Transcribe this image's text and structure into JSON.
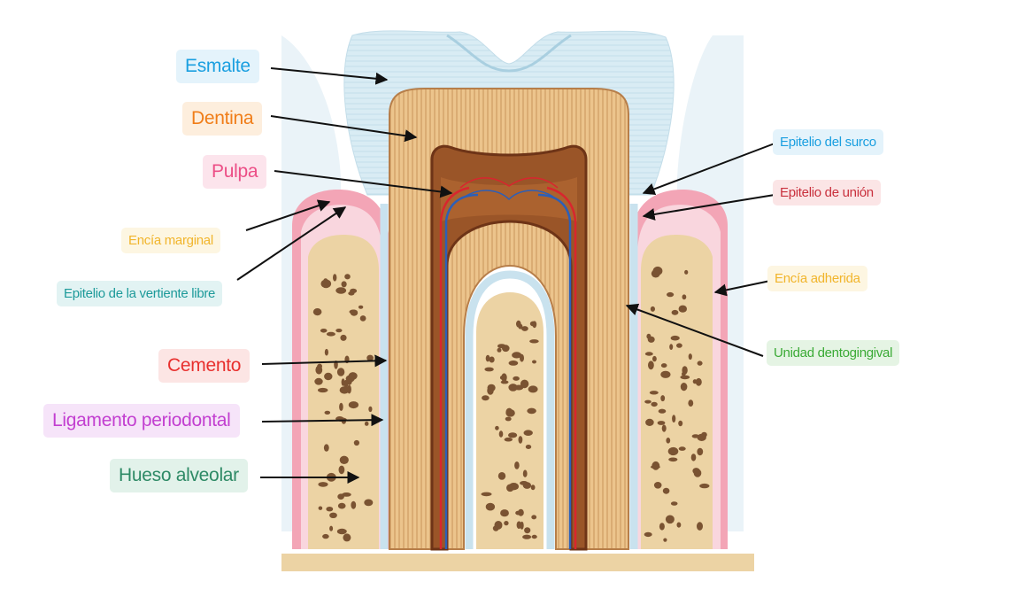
{
  "labels": {
    "esmalte": {
      "text": "Esmalte",
      "color": "#1a9fe0",
      "bg": "#e4f3fb"
    },
    "dentina": {
      "text": "Dentina",
      "color": "#f07d18",
      "bg": "#fdeedd"
    },
    "pulpa": {
      "text": "Pulpa",
      "color": "#ec4e86",
      "bg": "#fce4ec"
    },
    "encia_marginal": {
      "text": "Encía marginal",
      "color": "#f1b52c",
      "bg": "#fdf6e2"
    },
    "epitelio_vertiente": {
      "text": "Epitelio de la vertiente libre",
      "color": "#1d9a9a",
      "bg": "#e2f3f3"
    },
    "cemento": {
      "text": "Cemento",
      "color": "#e8302e",
      "bg": "#fce5e4"
    },
    "ligamento": {
      "text": "Ligamento periodontal",
      "color": "#c23fd0",
      "bg": "#f6e4f9"
    },
    "hueso": {
      "text": "Hueso alveolar",
      "color": "#2e8a66",
      "bg": "#e2f2ea"
    },
    "epitelio_surco": {
      "text": "Epitelio del surco",
      "color": "#1a9fe0",
      "bg": "#e4f3fb"
    },
    "epitelio_union": {
      "text": "Epitelio de unión",
      "color": "#c9303d",
      "bg": "#fbe5e6"
    },
    "encia_adherida": {
      "text": "Encía adherida",
      "color": "#f1b52c",
      "bg": "#fdf6e2"
    },
    "unidad": {
      "text": "Unidad dentogingival",
      "color": "#3aaa35",
      "bg": "#e5f4e4"
    }
  },
  "colors": {
    "enamel": "#d6ebf3",
    "dentin": "#ecc48c",
    "dentin_line": "#c9935a",
    "pulp": "#9a5528",
    "pulp_dark": "#6e3417",
    "gum": "#f3a5b6",
    "gum_light": "#f9d6de",
    "bone": "#ecd3a4",
    "bone_hole": "#7a5332",
    "ligament": "#c9e2ee",
    "artery": "#d8262e",
    "vein": "#2c5fb8",
    "arrow": "#111111"
  }
}
